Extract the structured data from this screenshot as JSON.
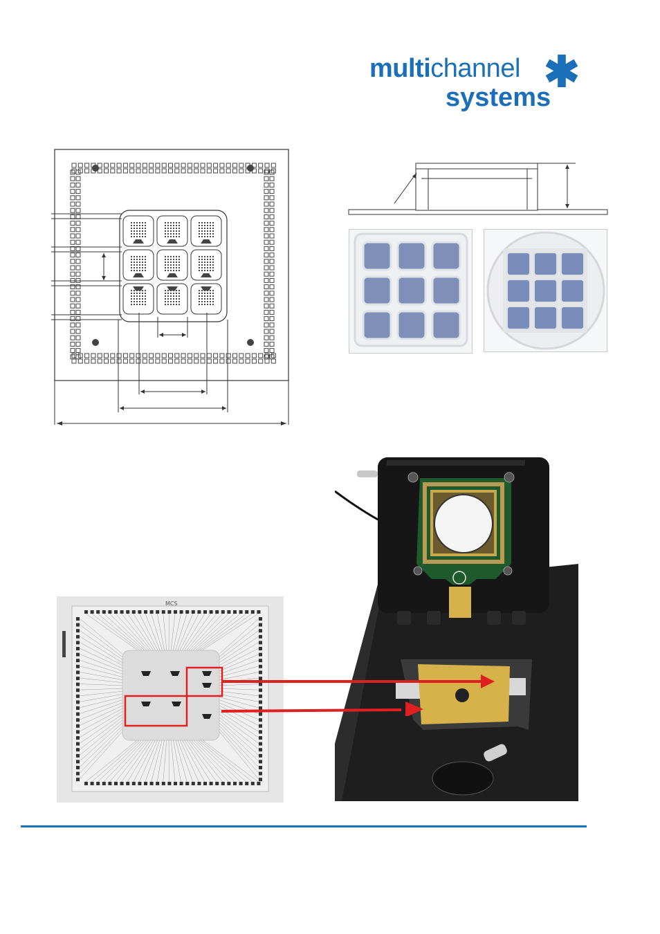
{
  "logo": {
    "part1_bold": "multi",
    "part1_regular": "channel",
    "line2": "systems",
    "star": "✱",
    "color": "#1a6fb8"
  },
  "diagram": {
    "chip_label": "MCS"
  },
  "colors": {
    "accent": "#1a6fb8",
    "arrow": "#e02020",
    "pcb": "#1f5a2c",
    "gold": "#d7b24a",
    "stage": "#1c1c1c"
  }
}
